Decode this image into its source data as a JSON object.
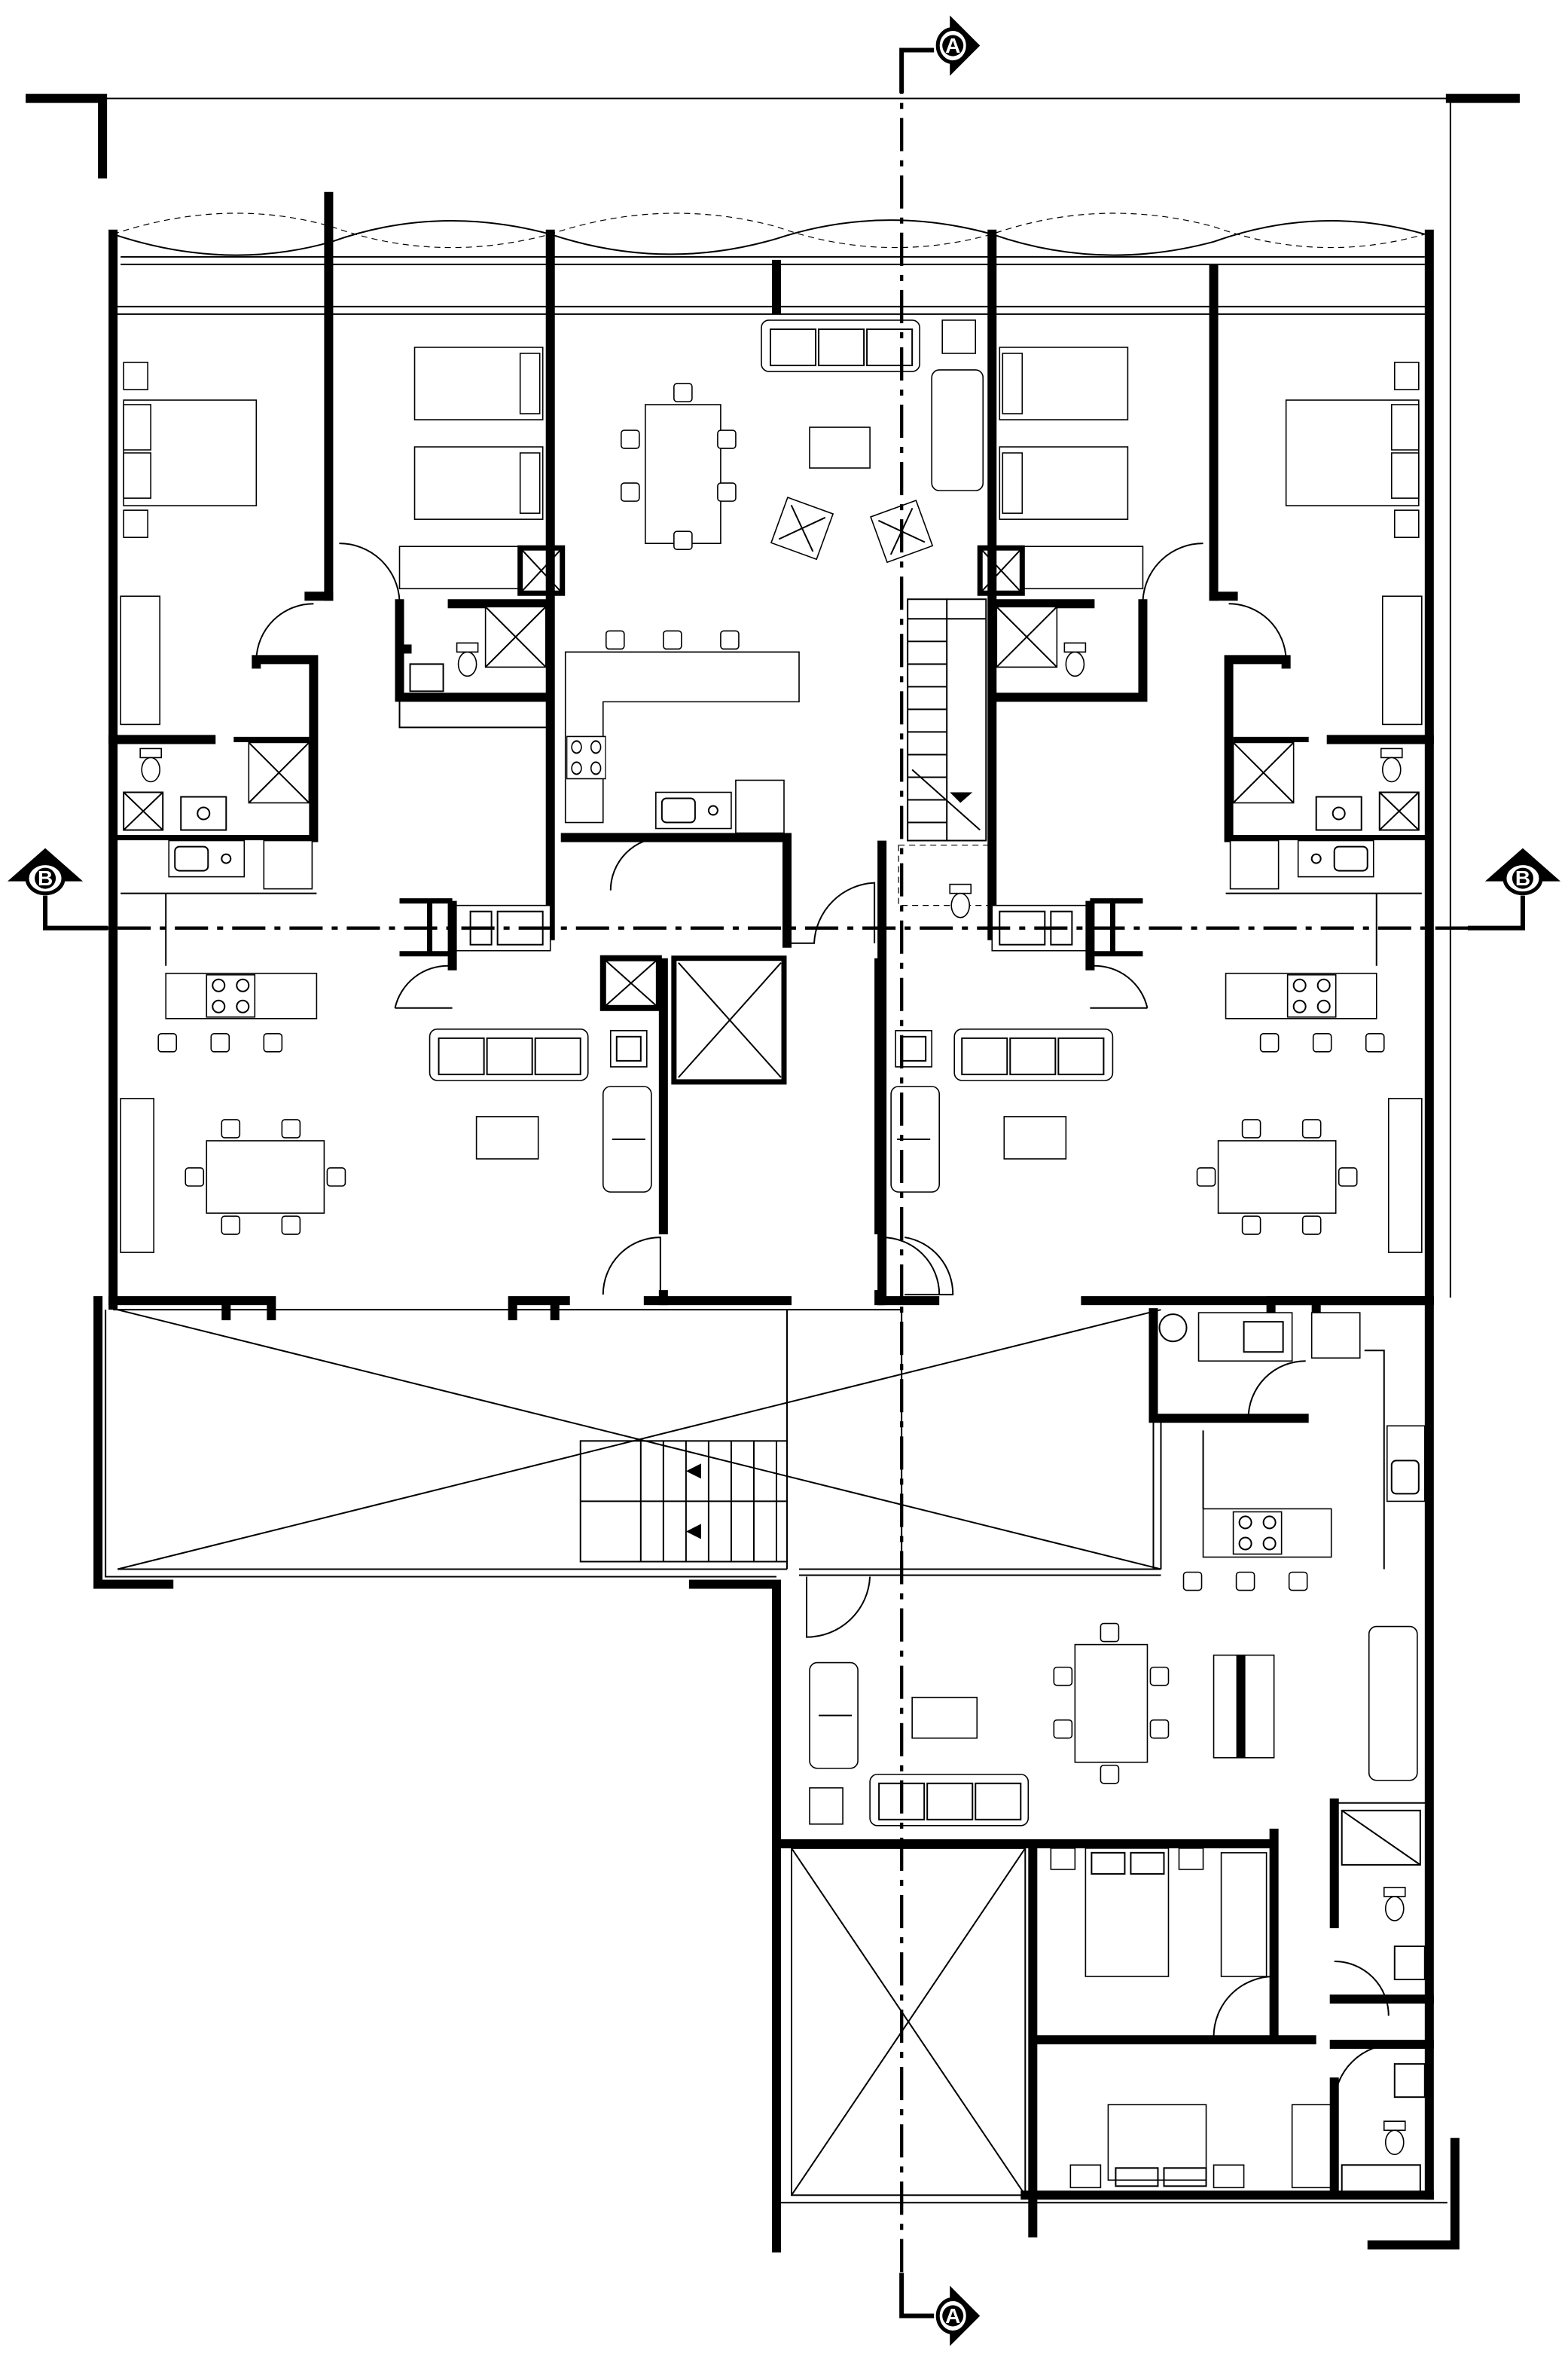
{
  "drawing": {
    "type": "architectural floor plan",
    "section_marks": [
      {
        "label": "A",
        "position": "top"
      },
      {
        "label": "A",
        "position": "bottom"
      },
      {
        "label": "B",
        "position": "left"
      },
      {
        "label": "B",
        "position": "right"
      }
    ]
  },
  "colors": {
    "ink": "#000000",
    "paper": "#ffffff"
  }
}
